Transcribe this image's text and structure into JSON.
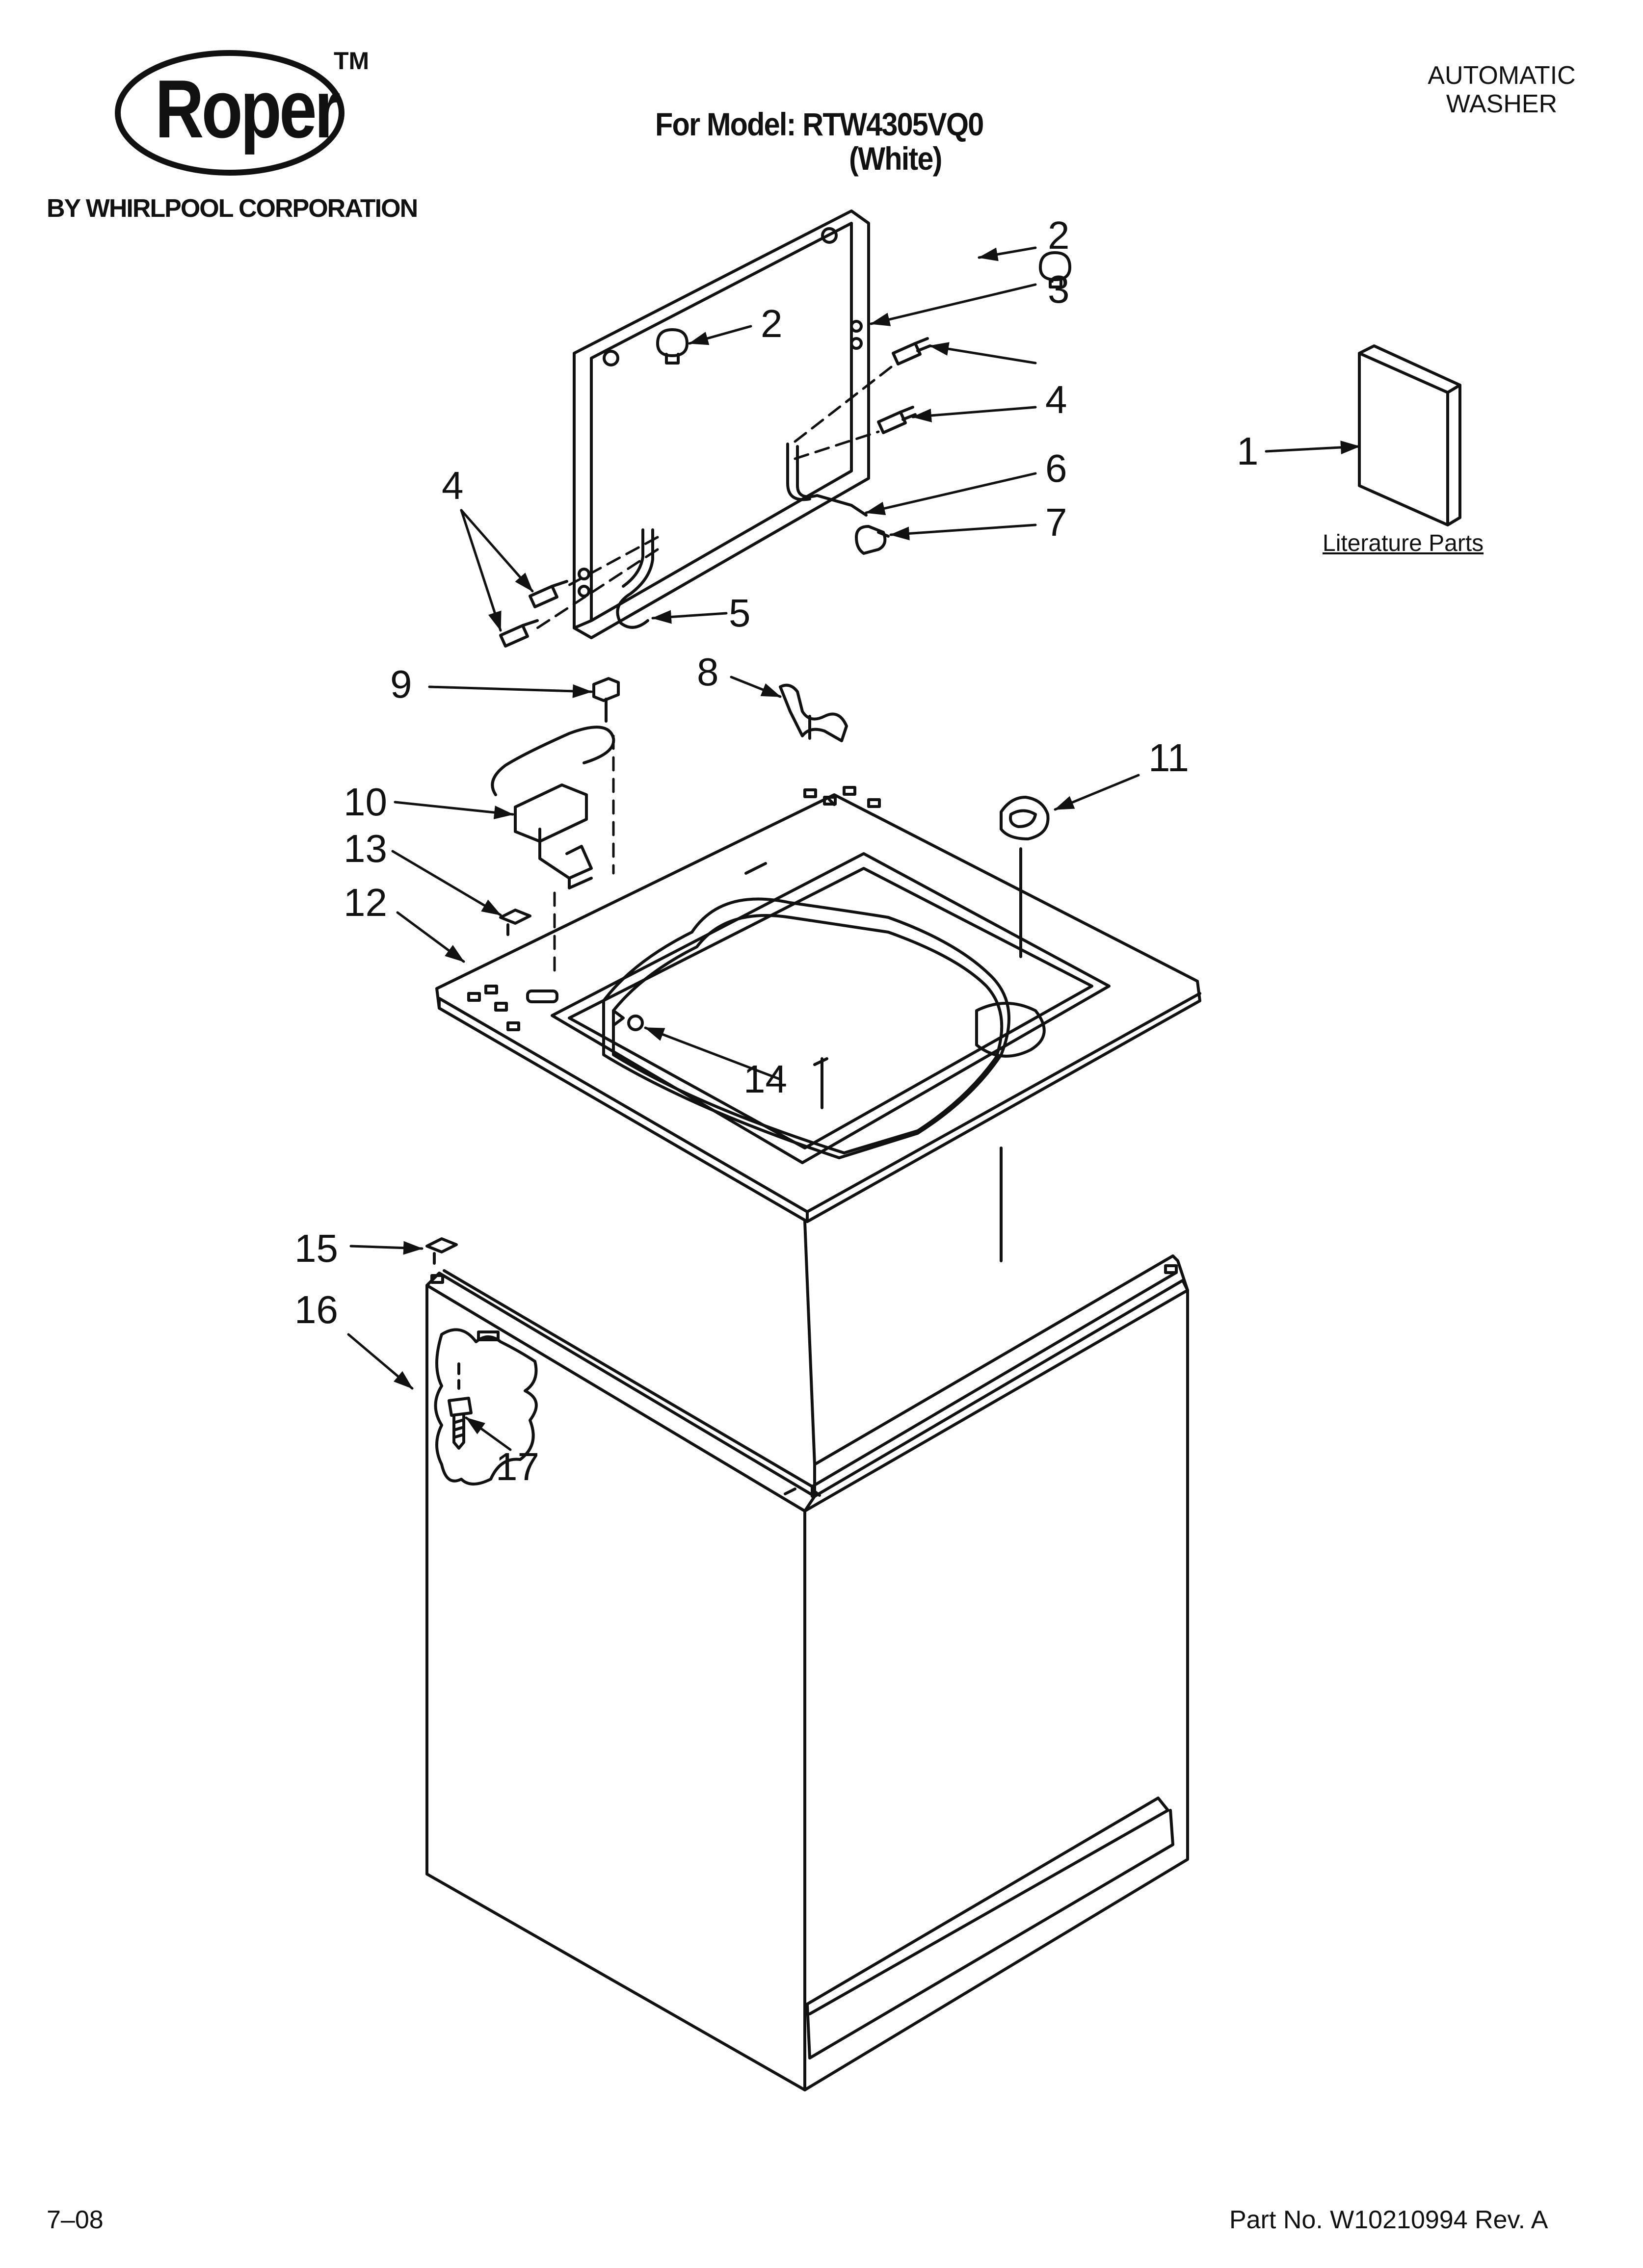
{
  "brand": {
    "name": "Roper",
    "trademark": "TM",
    "byline": "BY WHIRLPOOL CORPORATION"
  },
  "header": {
    "model_line": "For Model: RTW4305VQ0",
    "color_line": "(White)",
    "doc_type_line1": "AUTOMATIC",
    "doc_type_line2": "WASHER"
  },
  "literature": {
    "label": "Literature Parts"
  },
  "callouts": [
    "1",
    "2",
    "2",
    "3",
    "4",
    "4",
    "5",
    "6",
    "7",
    "8",
    "9",
    "10",
    "11",
    "12",
    "13",
    "14",
    "15",
    "16",
    "17"
  ],
  "footer": {
    "date": "7–08",
    "part_number": "Part No. W10210994 Rev. A"
  },
  "colors": {
    "line": "#111111",
    "background": "#ffffff"
  }
}
